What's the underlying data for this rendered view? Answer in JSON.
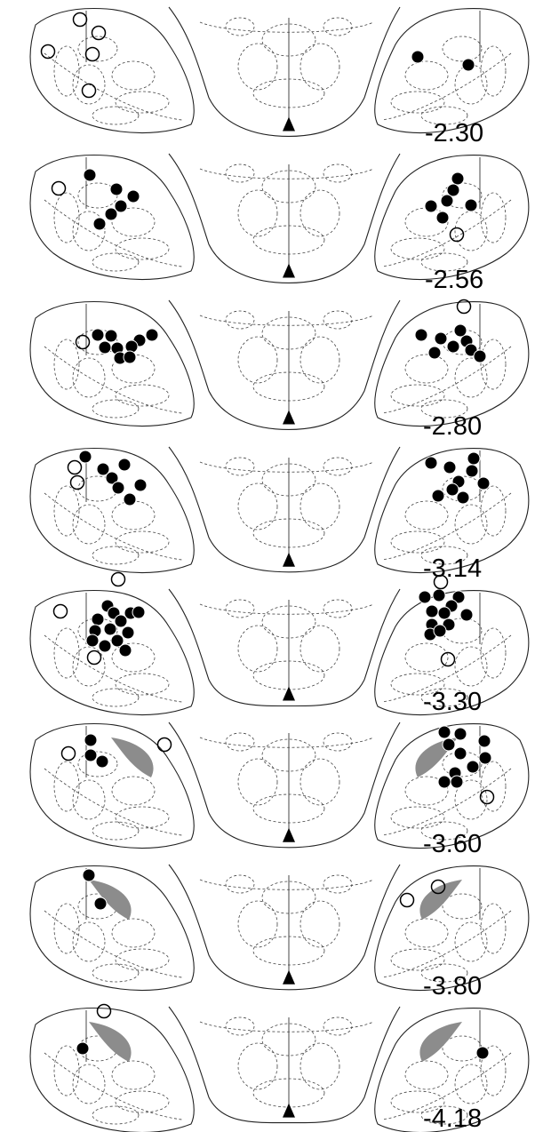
{
  "figure": {
    "panels": [
      {
        "label": "-2.30",
        "filled": [
          [
            470,
            64
          ],
          [
            527,
            73
          ]
        ],
        "open": [
          [
            90,
            22
          ],
          [
            111,
            37
          ],
          [
            54,
            58
          ],
          [
            104,
            61
          ],
          [
            100,
            102
          ]
        ]
      },
      {
        "label": "-2.56",
        "filled": [
          [
            101,
            197
          ],
          [
            131,
            213
          ],
          [
            150,
            221
          ],
          [
            136,
            232
          ],
          [
            125,
            241
          ],
          [
            112,
            252
          ],
          [
            515,
            201
          ],
          [
            510,
            214
          ],
          [
            503,
            226
          ],
          [
            485,
            232
          ],
          [
            530,
            231
          ],
          [
            498,
            245
          ]
        ],
        "open": [
          [
            66,
            212
          ],
          [
            514,
            264
          ]
        ]
      },
      {
        "label": "-2.80",
        "filled": [
          [
            110,
            377
          ],
          [
            125,
            378
          ],
          [
            157,
            383
          ],
          [
            171,
            377
          ],
          [
            148,
            390
          ],
          [
            132,
            392
          ],
          [
            118,
            391
          ],
          [
            135,
            403
          ],
          [
            146,
            402
          ],
          [
            474,
            377
          ],
          [
            496,
            381
          ],
          [
            510,
            390
          ],
          [
            525,
            384
          ],
          [
            518,
            372
          ],
          [
            530,
            394
          ],
          [
            489,
            397
          ],
          [
            540,
            401
          ]
        ],
        "open": [
          [
            93,
            385
          ],
          [
            522,
            345
          ]
        ]
      },
      {
        "label": "-3.14",
        "filled": [
          [
            96,
            514
          ],
          [
            116,
            528
          ],
          [
            126,
            538
          ],
          [
            140,
            523
          ],
          [
            133,
            549
          ],
          [
            146,
            562
          ],
          [
            158,
            546
          ],
          [
            485,
            521
          ],
          [
            506,
            526
          ],
          [
            533,
            516
          ],
          [
            531,
            530
          ],
          [
            516,
            542
          ],
          [
            509,
            551
          ],
          [
            493,
            558
          ],
          [
            544,
            544
          ],
          [
            521,
            560
          ]
        ],
        "open": [
          [
            84,
            526
          ],
          [
            87,
            543
          ]
        ]
      },
      {
        "label": "-3.30",
        "filled": [
          [
            121,
            682
          ],
          [
            128,
            690
          ],
          [
            147,
            690
          ],
          [
            110,
            697
          ],
          [
            136,
            699
          ],
          [
            156,
            689
          ],
          [
            107,
            710
          ],
          [
            124,
            708
          ],
          [
            144,
            712
          ],
          [
            104,
            721
          ],
          [
            118,
            727
          ],
          [
            132,
            721
          ],
          [
            141,
            732
          ],
          [
            478,
            672
          ],
          [
            494,
            670
          ],
          [
            516,
            672
          ],
          [
            508,
            682
          ],
          [
            486,
            688
          ],
          [
            500,
            690
          ],
          [
            525,
            692
          ],
          [
            486,
            703
          ],
          [
            505,
            703
          ],
          [
            484,
            714
          ],
          [
            495,
            710
          ]
        ],
        "open": [
          [
            133,
            652
          ],
          [
            68,
            688
          ],
          [
            496,
            655
          ],
          [
            504,
            742
          ],
          [
            106,
            740
          ]
        ]
      },
      {
        "label": "-3.60",
        "filled": [
          [
            102,
            833
          ],
          [
            102,
            850
          ],
          [
            115,
            857
          ],
          [
            500,
            824
          ],
          [
            518,
            826
          ],
          [
            545,
            834
          ],
          [
            505,
            838
          ],
          [
            518,
            848
          ],
          [
            546,
            853
          ],
          [
            532,
            863
          ],
          [
            512,
            870
          ],
          [
            500,
            880
          ],
          [
            514,
            880
          ]
        ],
        "open": [
          [
            77,
            848
          ],
          [
            185,
            838
          ],
          [
            548,
            897
          ]
        ]
      },
      {
        "label": "-3.80",
        "filled": [
          [
            100,
            985
          ],
          [
            113,
            1017
          ]
        ],
        "open": [
          [
            493,
            998
          ],
          [
            458,
            1013
          ]
        ]
      },
      {
        "label": "-4.18",
        "filled": [
          [
            93,
            1180
          ],
          [
            543,
            1185
          ]
        ],
        "open": [
          [
            117,
            1138
          ]
        ]
      }
    ]
  }
}
